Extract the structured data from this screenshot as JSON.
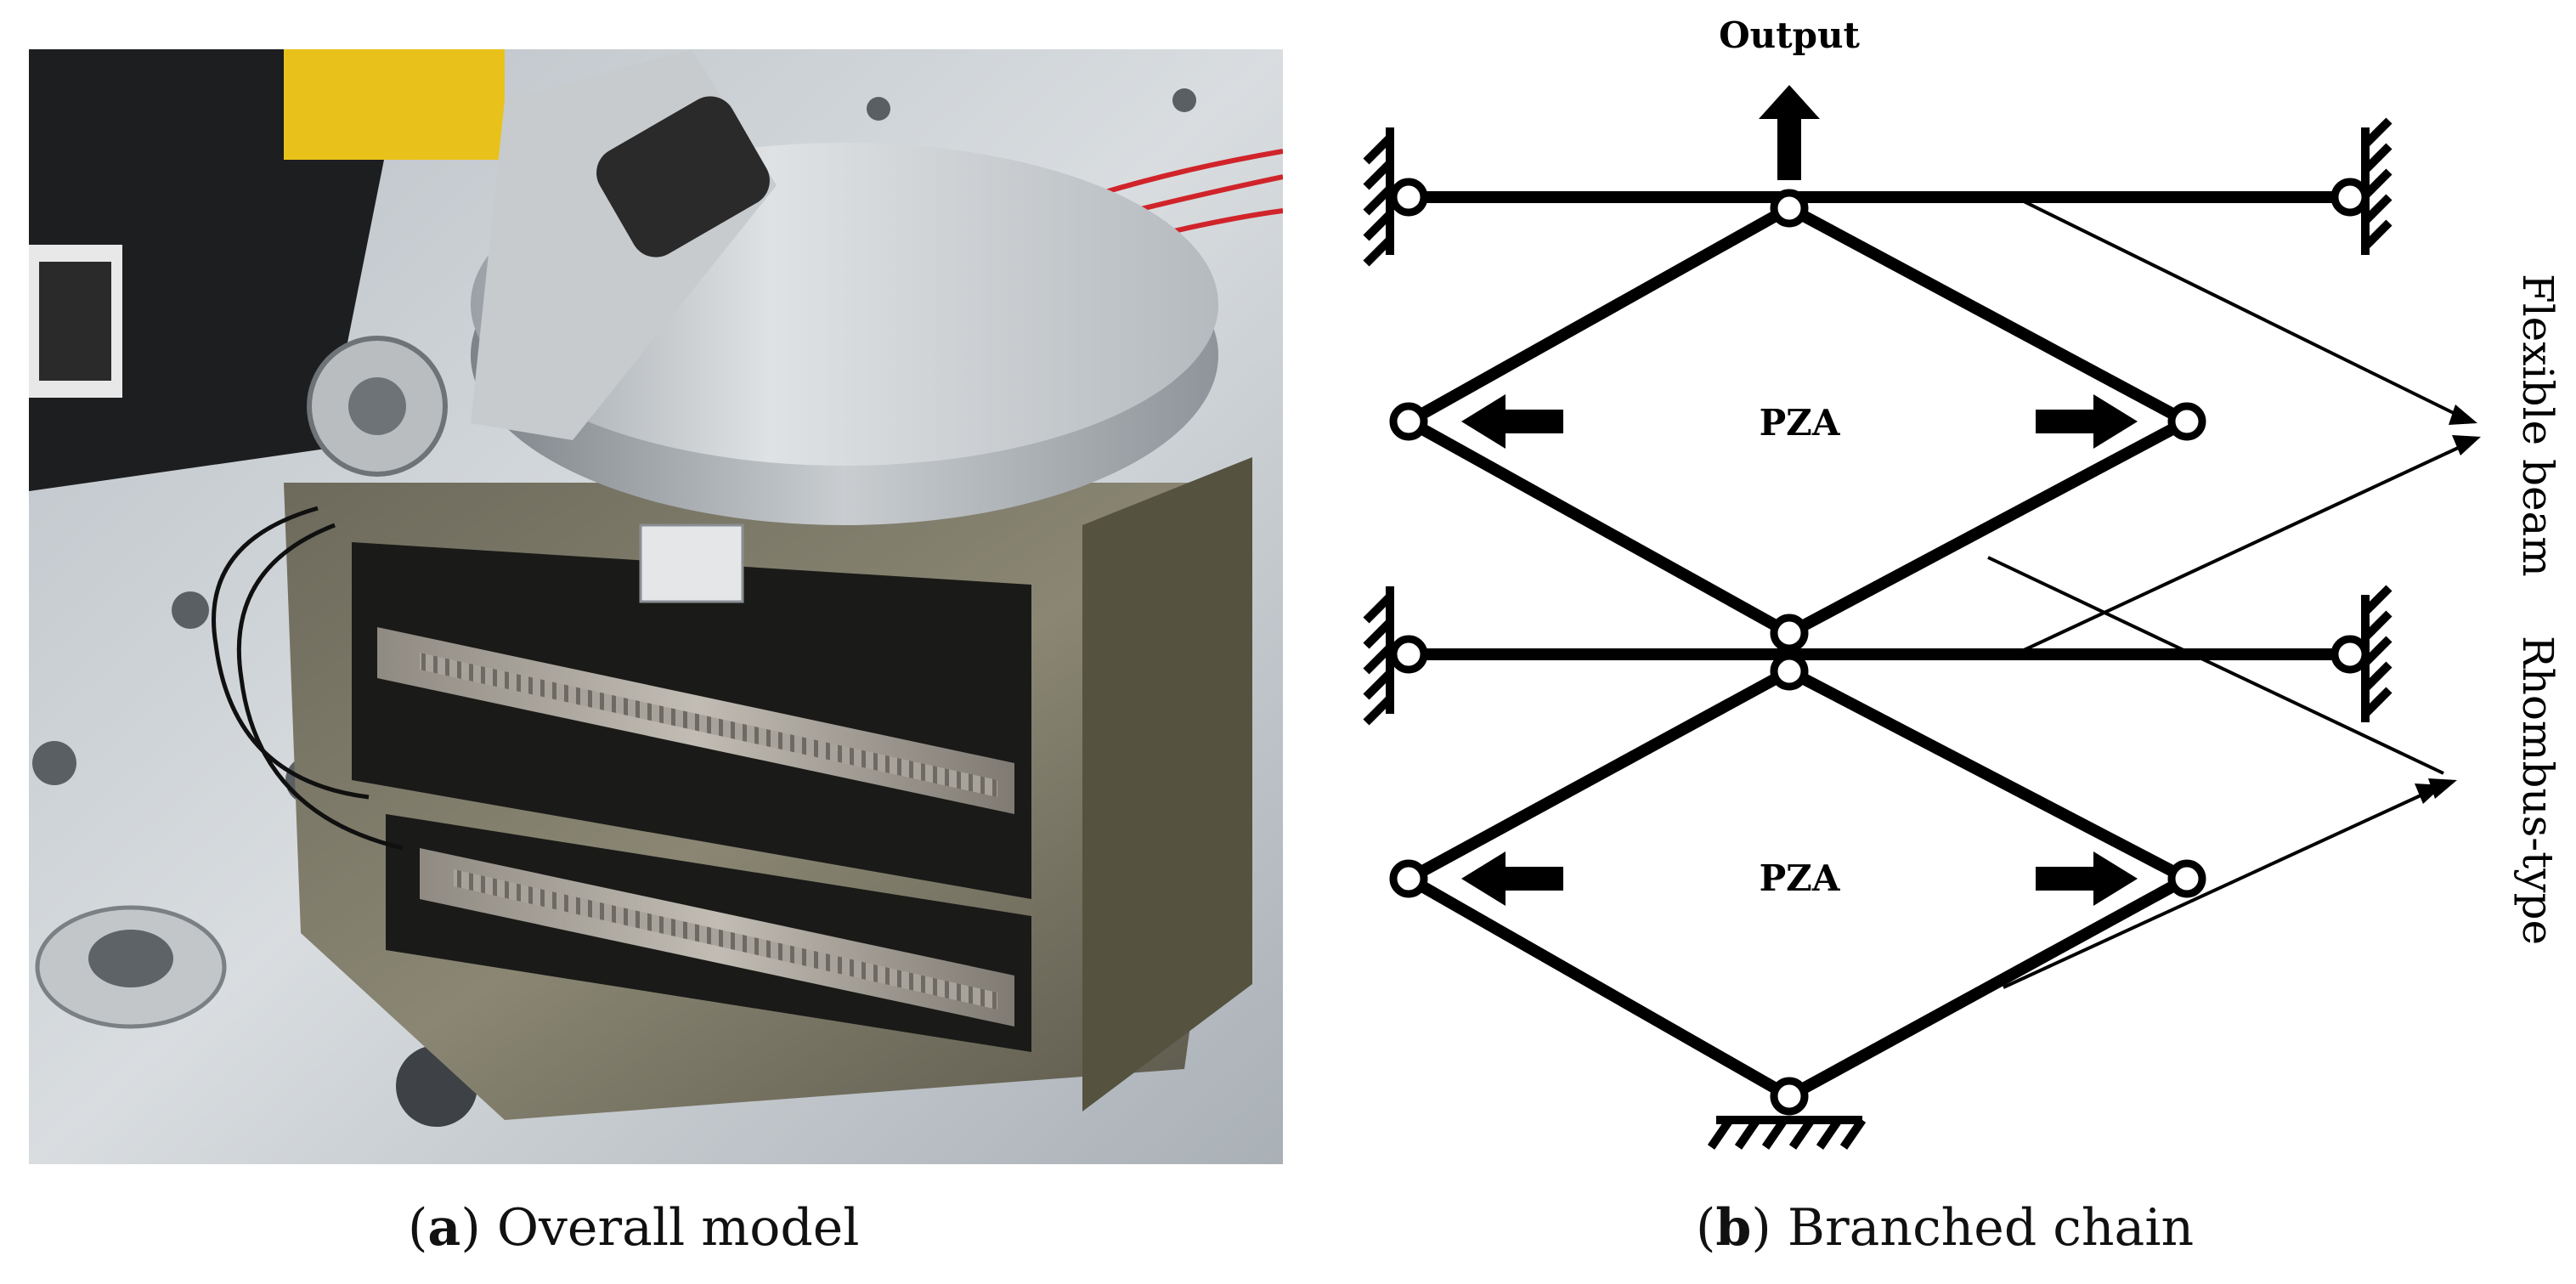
{
  "panel_a": {
    "letter": "a",
    "caption": "Overall model",
    "photo_content": "photograph of flexure-based rhombus actuator assembly with two piezo stacks"
  },
  "panel_b": {
    "letter": "b",
    "caption": "Branched chain",
    "labels": {
      "output": "Output",
      "pza_top": "PZA",
      "pza_bottom": "PZA",
      "flexible_beam": "Flexible beam",
      "rhombus_type": "Rhombus-type"
    }
  },
  "colors": {
    "line": "#000000",
    "background": "#ffffff"
  }
}
